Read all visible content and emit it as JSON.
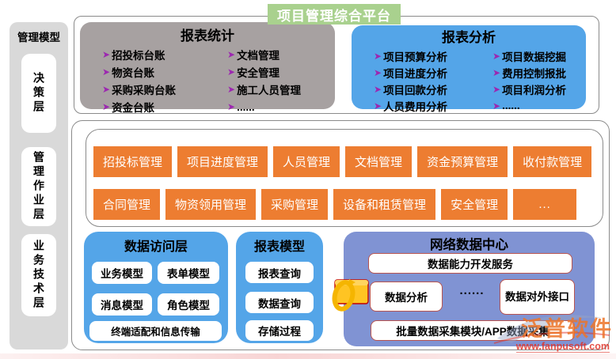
{
  "title": {
    "text": "项目管理综合平台"
  },
  "glyphs": {
    "bullet": "➤",
    "dots": "......"
  },
  "sidebar": {
    "header": "管理模型",
    "layers": [
      "决策层",
      "管理作业层",
      "业务技术层"
    ]
  },
  "report_stats": {
    "title": "报表统计",
    "col1": [
      "招投标台账",
      "物资台账",
      "采购采购台账",
      "资金台账"
    ],
    "col2": [
      "文档管理",
      "安全管理",
      "施工人员管理",
      "......"
    ]
  },
  "report_analysis": {
    "title": "报表分析",
    "col1": [
      "项目预算分析",
      "项目进度分析",
      "项目回款分析",
      "人员费用分析"
    ],
    "col2": [
      "项目数据挖掘",
      "费用控制报批",
      "项目利润分析",
      "......"
    ]
  },
  "modules": {
    "row1": [
      "招投标管理",
      "项目进度管理",
      "人员管理",
      "文档管理",
      "资金预算管理",
      "收付款管理"
    ],
    "row2": [
      "合同管理",
      "物资领用管理",
      "采购管理",
      "设备和租赁管理",
      "安全管理",
      "..."
    ]
  },
  "data_access": {
    "title": "数据访问层",
    "items": [
      "业务模型",
      "表单模型",
      "消息模型",
      "角色模型",
      "终端适配和信息传输"
    ]
  },
  "report_model": {
    "title": "报表模型",
    "items": [
      "报表查询",
      "数据查询",
      "存储过程"
    ]
  },
  "network_center": {
    "title": "网络数据中心",
    "top": "数据能力开发服务",
    "left": "数据分析",
    "dots": "......",
    "right": "数据对外接口",
    "bottom": "批量数据采集模块/APP数据采集"
  },
  "watermark": {
    "brand": "泛普软件",
    "url": "www.fanpusoft.com"
  },
  "colors": {
    "orange": "#ed7d31",
    "blue": "#54a5e8",
    "periwinkle": "#8093d3",
    "gray_panel": "#a7a1a1",
    "sidebar_gray": "#d9d9d9",
    "green": "#a9d18e",
    "bullet_purple": "#9c27b0",
    "net_box_border": "#b85450",
    "yellow_icon": "#ffc423"
  }
}
